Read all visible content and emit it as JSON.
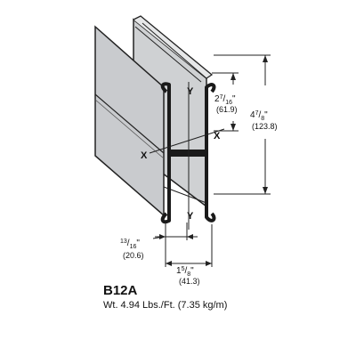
{
  "colors": {
    "panel_fill": "#cfd1d3",
    "panel_shade": "#bfc1c4",
    "edge_stroke": "#222222",
    "steel_section": "#1a1a1a",
    "dimension_line": "#222222"
  },
  "axes": {
    "y_top": "Y",
    "y_bottom": "Y",
    "x_left": "X",
    "x_right": "X"
  },
  "dimensions": {
    "upper_height": {
      "whole": "2",
      "num": "7",
      "den": "16",
      "suffix": "\"",
      "metric": "(61.9)"
    },
    "total_height": {
      "whole": "4",
      "num": "7",
      "den": "8",
      "suffix": "\"",
      "metric": "(123.8)"
    },
    "flange_width": {
      "whole": "",
      "num": "13",
      "den": "16",
      "suffix": "\"",
      "metric": "(20.6)"
    },
    "total_width": {
      "whole": "1",
      "num": "5",
      "den": "8",
      "suffix": "\"",
      "metric": "(41.3)"
    }
  },
  "product": {
    "model": "B12A",
    "weight": "Wt. 4.94 Lbs./Ft. (7.35 kg/m)"
  }
}
